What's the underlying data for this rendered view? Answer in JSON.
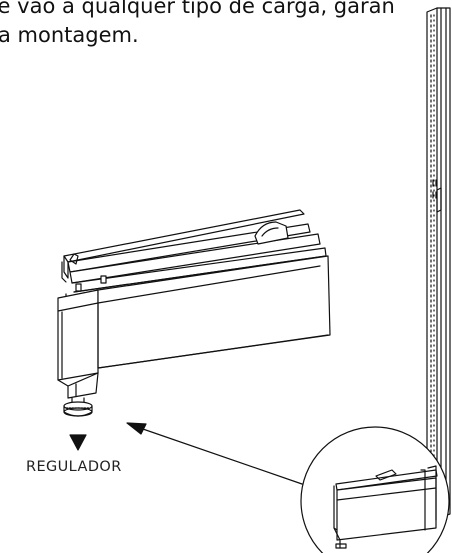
{
  "text": {
    "line1": "ce vão a qualquer tipo de carga, garan",
    "line2": "a montagem.",
    "regulator_label": "REGULADOR"
  },
  "icons": {
    "down_marker": "down-triangle-icon",
    "pointer": "arrow-icon"
  },
  "colors": {
    "ink": "#111111",
    "paper": "#ffffff"
  }
}
